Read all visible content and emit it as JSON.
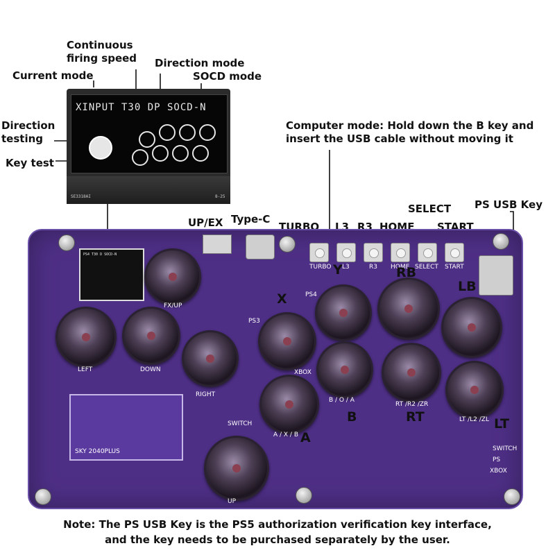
{
  "annotations": {
    "continuous_firing_speed": "Continuous firing speed",
    "direction_mode": "Direction mode",
    "current_mode": "Current mode",
    "socd_mode": "SOCD mode",
    "direction_testing": "Direction testing",
    "key_test": "Key test",
    "computer_mode": "Computer mode: Hold down the B key and insert the USB cable without moving it",
    "up_ex": "UP/EX",
    "type_c": "Type-C",
    "turbo": "TURBO",
    "l3": "L3",
    "r3": "R3",
    "home": "HOME",
    "select": "SELECT",
    "start": "START",
    "ps_usb_key": "PS USB Key",
    "big_y": "Y",
    "big_x": "X",
    "big_rb": "RB",
    "big_lb": "LB",
    "big_b": "B",
    "big_rt": "RT",
    "big_a": "A",
    "big_lt": "LT"
  },
  "oled": {
    "status_line": "XINPUT T30 DP SOCD-N",
    "ribbon_left": "SE3318AI",
    "ribbon_right": "8-25"
  },
  "board": {
    "mini_oled_text": "PS4  T30 D SOCD-N",
    "labels": {
      "fx_up": "FX/UP",
      "left": "LEFT",
      "down": "DOWN",
      "right": "RIGHT",
      "up": "UP",
      "switch": "SWITCH",
      "ps3": "PS3",
      "ps4": "PS4",
      "xbox": "XBOX",
      "b_o_a": "B / O / A",
      "a_x_b": "A / X / B",
      "rt_r2_zr": "RT /R2 /ZR",
      "lt_l2_zl": "LT /L2 /ZL",
      "switch_r": "SWITCH",
      "ps_r": "PS",
      "xbox_r": "XBOX",
      "tact_turbo": "TURBO",
      "tact_l3": "L3",
      "tact_r3": "R3",
      "tact_home": "HOME",
      "tact_select": "SELECT",
      "tact_start": "START"
    },
    "pcb_label": "SKY 2040PLUS"
  },
  "note": {
    "line1": "Note: The PS USB Key is the PS5 authorization verification key interface,",
    "line2": "and the key needs to be purchased separately by the user."
  }
}
